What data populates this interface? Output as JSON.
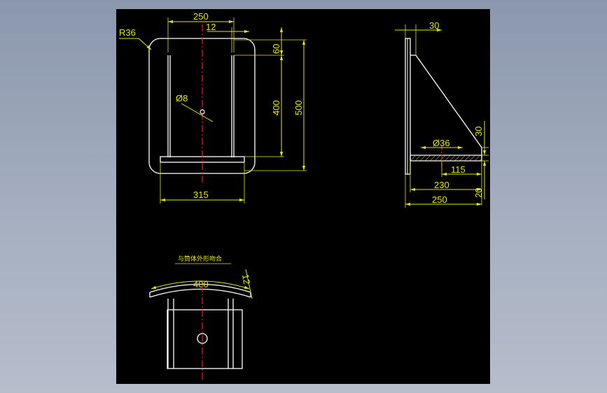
{
  "colors": {
    "background": "#8b97ad",
    "sheet": "#000000",
    "outline": "#ffffff",
    "dimension": "#e6e600",
    "centerline": "#e02020",
    "hatch": "#d0a040"
  },
  "front_view": {
    "radius_label": "R36",
    "width_top": "250",
    "gap_top": "12",
    "height_top": "60",
    "height_inner": "400",
    "height_total": "500",
    "hole_label": "Ø8",
    "width_bottom": "315"
  },
  "side_view": {
    "thickness_top": "30",
    "hole_label": "Ø36",
    "height_right": "30",
    "height_right_bottom": "20",
    "width_115": "115",
    "width_230": "230",
    "width_250": "250"
  },
  "top_view": {
    "note": "与筒体外形吻合",
    "arc_length": "400",
    "thickness": "12"
  }
}
